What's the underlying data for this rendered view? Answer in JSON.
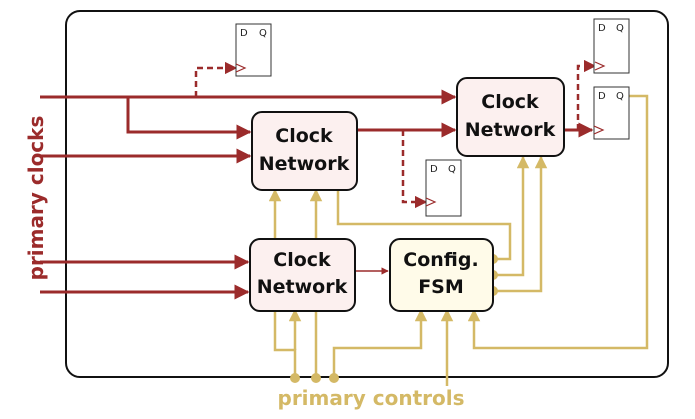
{
  "side_label": "primary clocks",
  "bottom_label": "primary controls",
  "blocks": {
    "clock_network_1": [
      "Clock",
      "Network"
    ],
    "clock_network_2": [
      "Clock",
      "Network"
    ],
    "clock_network_3": [
      "Clock",
      "Network"
    ],
    "config_fsm": [
      "Config.",
      "FSM"
    ]
  },
  "flipflop": {
    "d": "D",
    "q": "Q"
  },
  "colors": {
    "clock": "#9b2b2b",
    "control": "#d4b966",
    "clock_block_fill": "#fcf0ef",
    "fsm_block_fill": "#fffbe9",
    "outline": "#111111"
  }
}
